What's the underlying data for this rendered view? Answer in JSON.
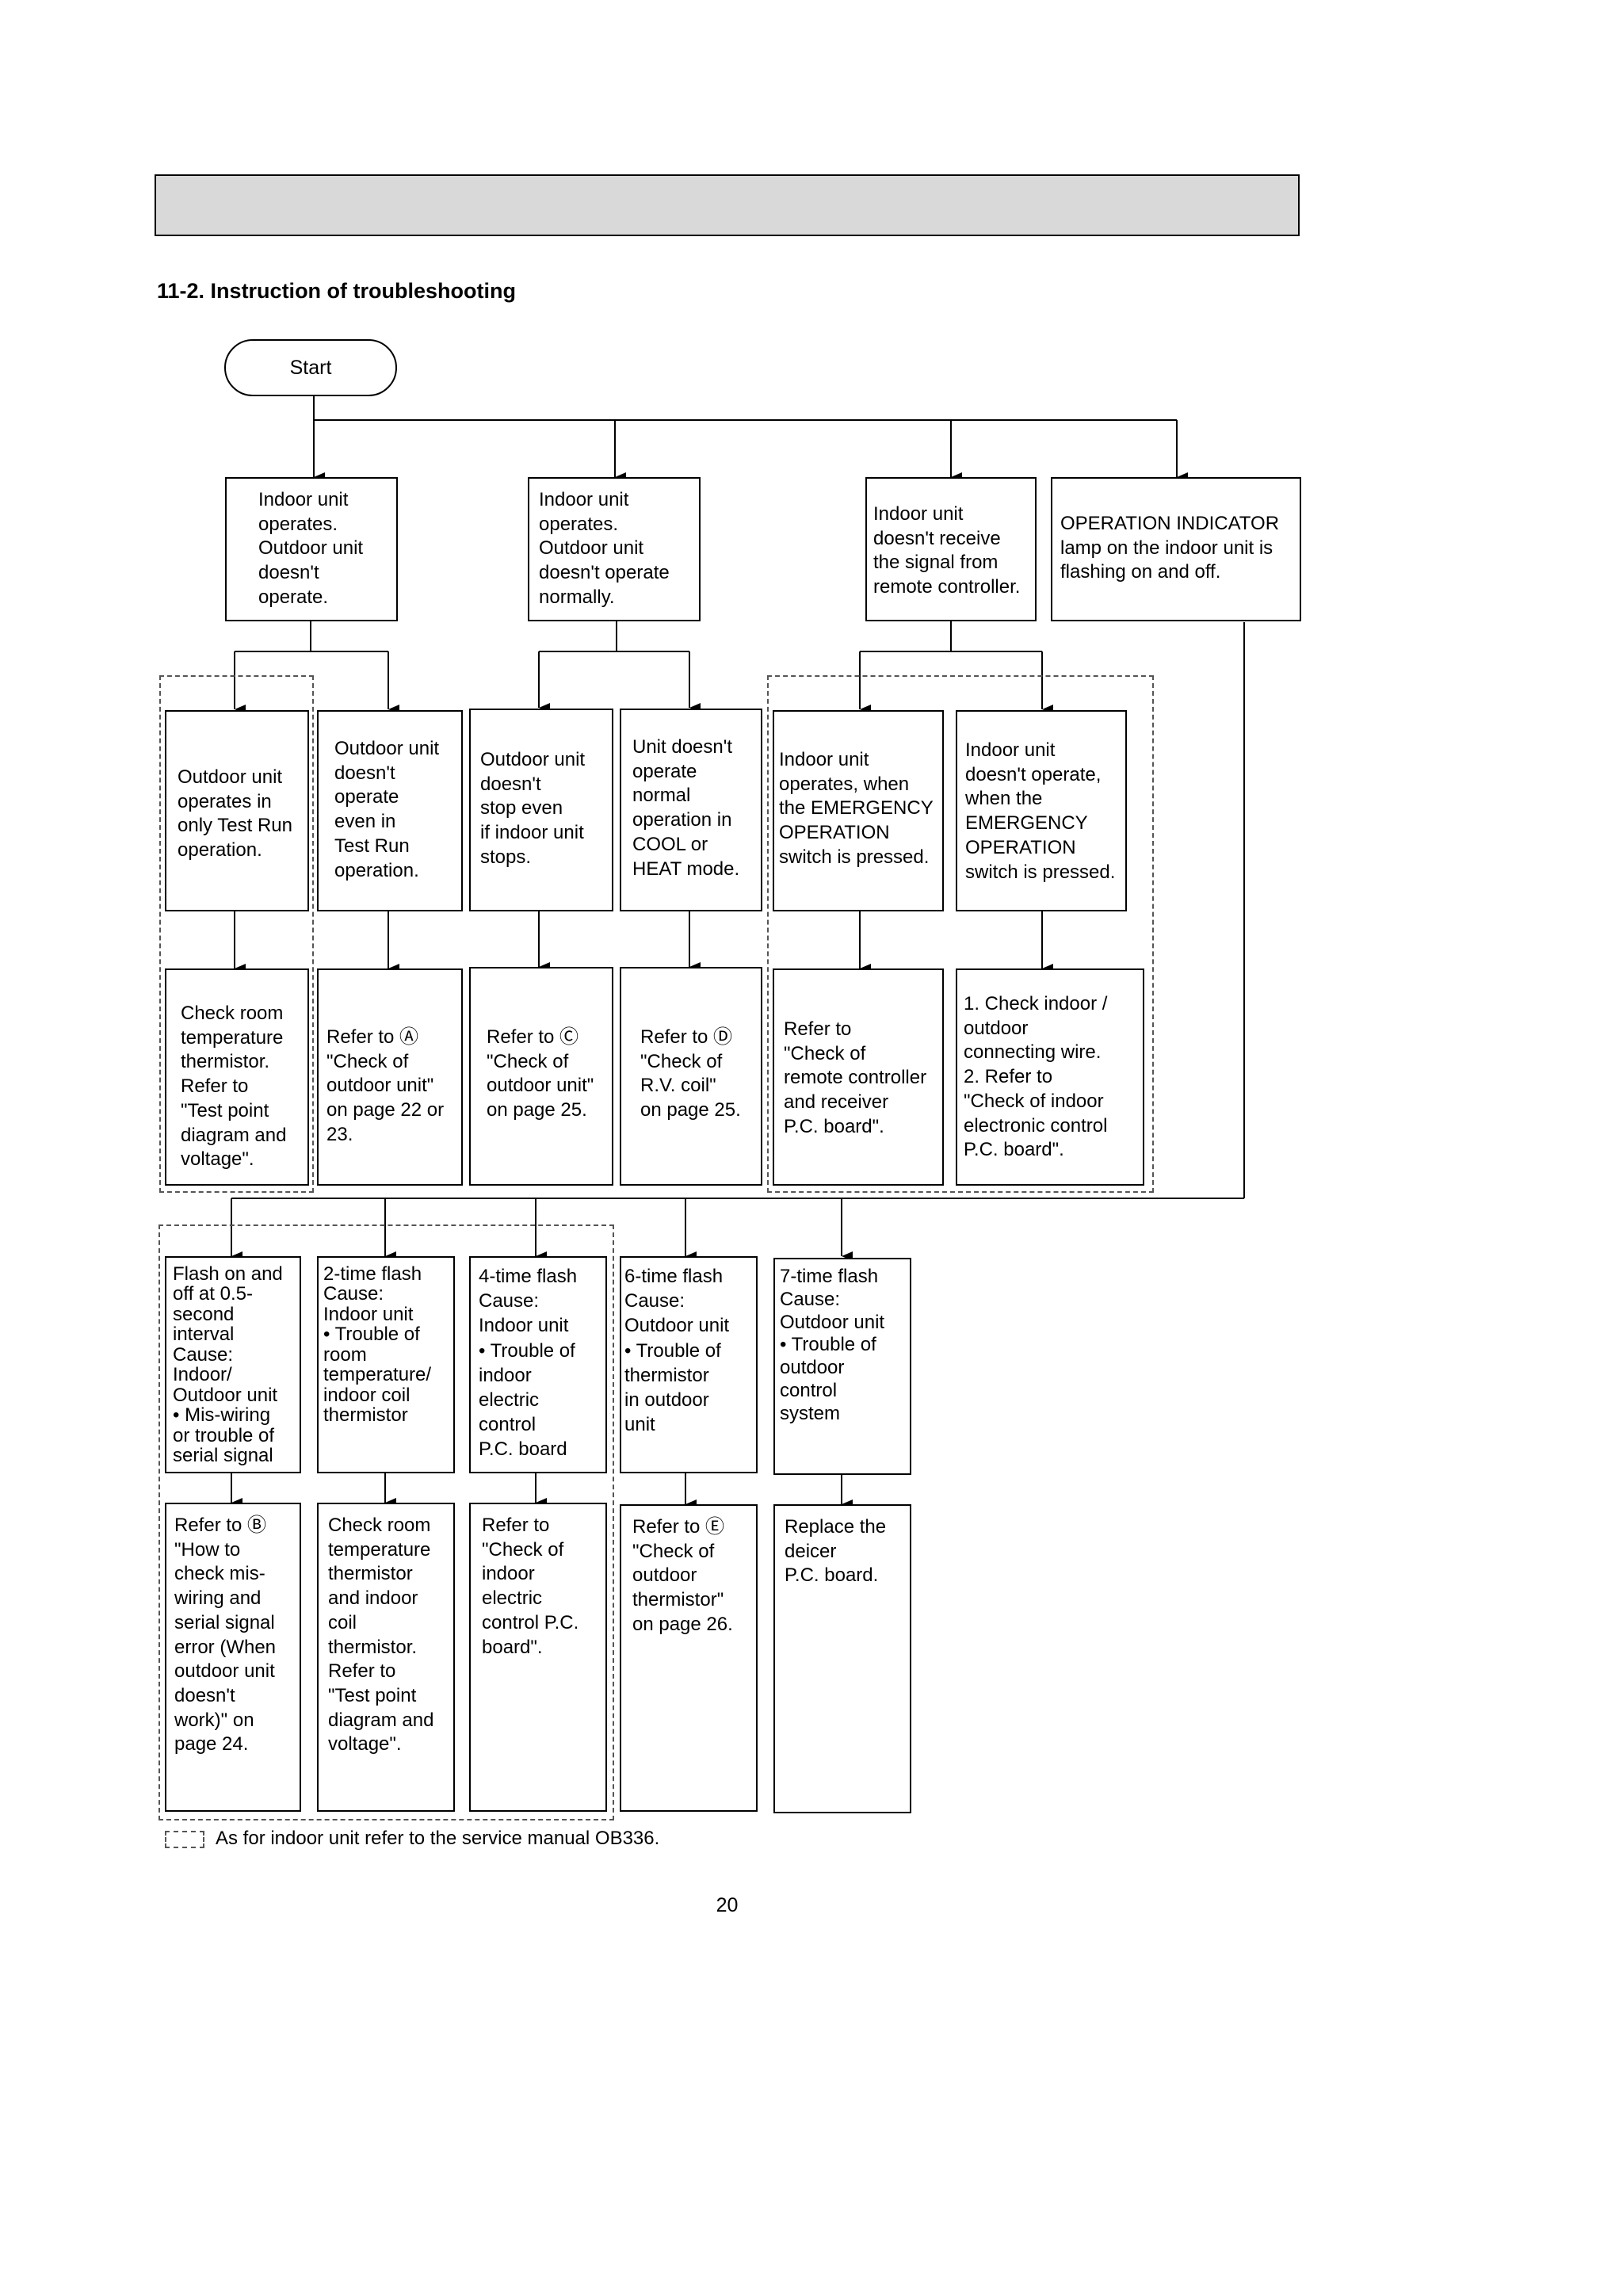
{
  "section_title": "11-2. Instruction of troubleshooting",
  "start_label": "Start",
  "top_symptoms": [
    "Indoor unit\noperates.\nOutdoor unit\ndoesn't\noperate.",
    "Indoor unit\noperates.\nOutdoor unit\ndoesn't operate\nnormally.",
    "Indoor unit\ndoesn't  receive\nthe signal from\nremote controller.",
    "OPERATION INDICATOR\nlamp on the indoor unit is\nflashing on and off."
  ],
  "mid_conditions": [
    "Outdoor unit\noperates in\nonly Test Run\noperation.",
    "Outdoor unit\ndoesn't\noperate\neven in\nTest Run\noperation.",
    "Outdoor unit\ndoesn't\nstop even\nif indoor unit\nstops.",
    "Unit doesn't\noperate\nnormal\noperation in\nCOOL or\nHEAT mode.",
    "Indoor unit\noperates, when\nthe EMERGENCY\nOPERATION\nswitch is pressed.",
    "Indoor unit\ndoesn't operate,\nwhen the\nEMERGENCY\nOPERATION\nswitch is pressed."
  ],
  "mid_actions": [
    "Check room\ntemperature\nthermistor.\nRefer to\n \"Test point\ndiagram and\nvoltage\".",
    "Refer to Ⓐ\n\"Check of\noutdoor unit\"\non page 22 or\n23.",
    "Refer to Ⓒ\n\"Check of\noutdoor unit\"\non page 25.",
    "Refer to Ⓓ\n\"Check of\nR.V. coil\"\non page 25.",
    "Refer to\n\"Check of\nremote controller\nand receiver\nP.C. board\".",
    "1. Check indoor /\n    outdoor\n    connecting wire.\n2. Refer to\n    \"Check of indoor\n    electronic control\n    P.C. board\"."
  ],
  "flash_causes": [
    "Flash on and\noff at 0.5-\nsecond\ninterval\nCause:\nIndoor/\nOutdoor unit\n• Mis-wiring\n  or trouble of\n  serial signal",
    "2-time flash\nCause:\nIndoor unit\n• Trouble of\n  room\n  temperature/\n  indoor coil\n  thermistor",
    "4-time flash\nCause:\nIndoor unit\n• Trouble of\n  indoor\n  electric\n  control\n  P.C. board",
    "6-time flash\nCause:\n  Outdoor unit\n• Trouble of\n  thermistor\n  in outdoor\n  unit",
    "7-time flash\nCause:\n  Outdoor unit\n• Trouble of\n  outdoor\n  control\n  system"
  ],
  "flash_actions": [
    "Refer to Ⓑ\n\"How to\ncheck mis-\nwiring and\nserial signal\nerror (When\noutdoor unit\ndoesn't\nwork)\" on\npage 24.",
    "Check room\ntemperature\nthermistor\nand indoor\ncoil\nthermistor.\nRefer to\n\"Test point\ndiagram and\nvoltage\".",
    "Refer to\n\"Check of\nindoor\nelectric\ncontrol P.C.\nboard\".",
    "Refer to Ⓔ\n\"Check of\noutdoor\nthermistor\"\non page 26.",
    "Replace the\ndeicer\nP.C. board."
  ],
  "legend_text": "As for indoor unit refer to the service manual OB336.",
  "page_number": "20"
}
